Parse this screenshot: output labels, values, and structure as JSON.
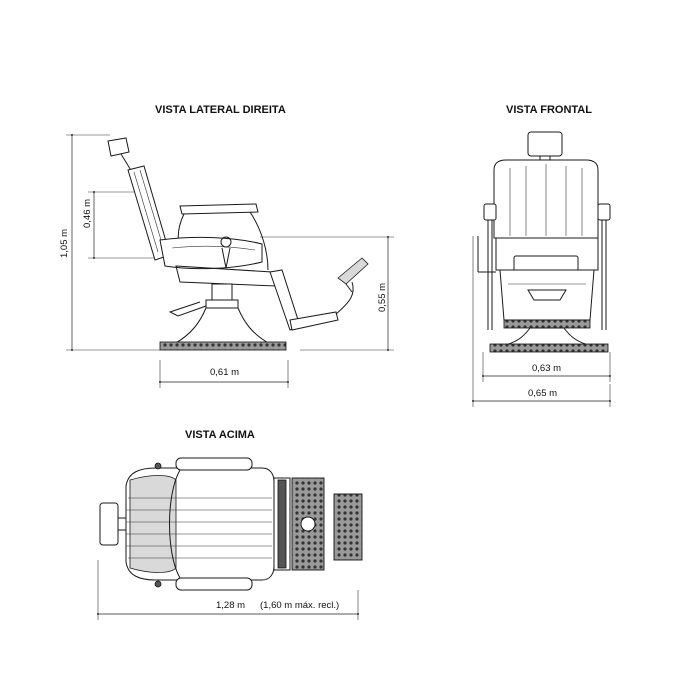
{
  "views": {
    "side": {
      "title": "VISTA LATERAL DIREITA"
    },
    "front": {
      "title": "VISTA FRONTAL"
    },
    "top": {
      "title": "VISTA ACIMA"
    }
  },
  "dimensions": {
    "side_total_height": "1,05 m",
    "side_backrest_height": "0,46 m",
    "side_seat_height": "0,55 m",
    "side_depth": "0,61 m",
    "front_inner_width": "0,63 m",
    "front_total_width": "0,65 m",
    "top_length": "1,28 m",
    "top_length_reclined": "(1,60 m máx. recl.)"
  }
}
